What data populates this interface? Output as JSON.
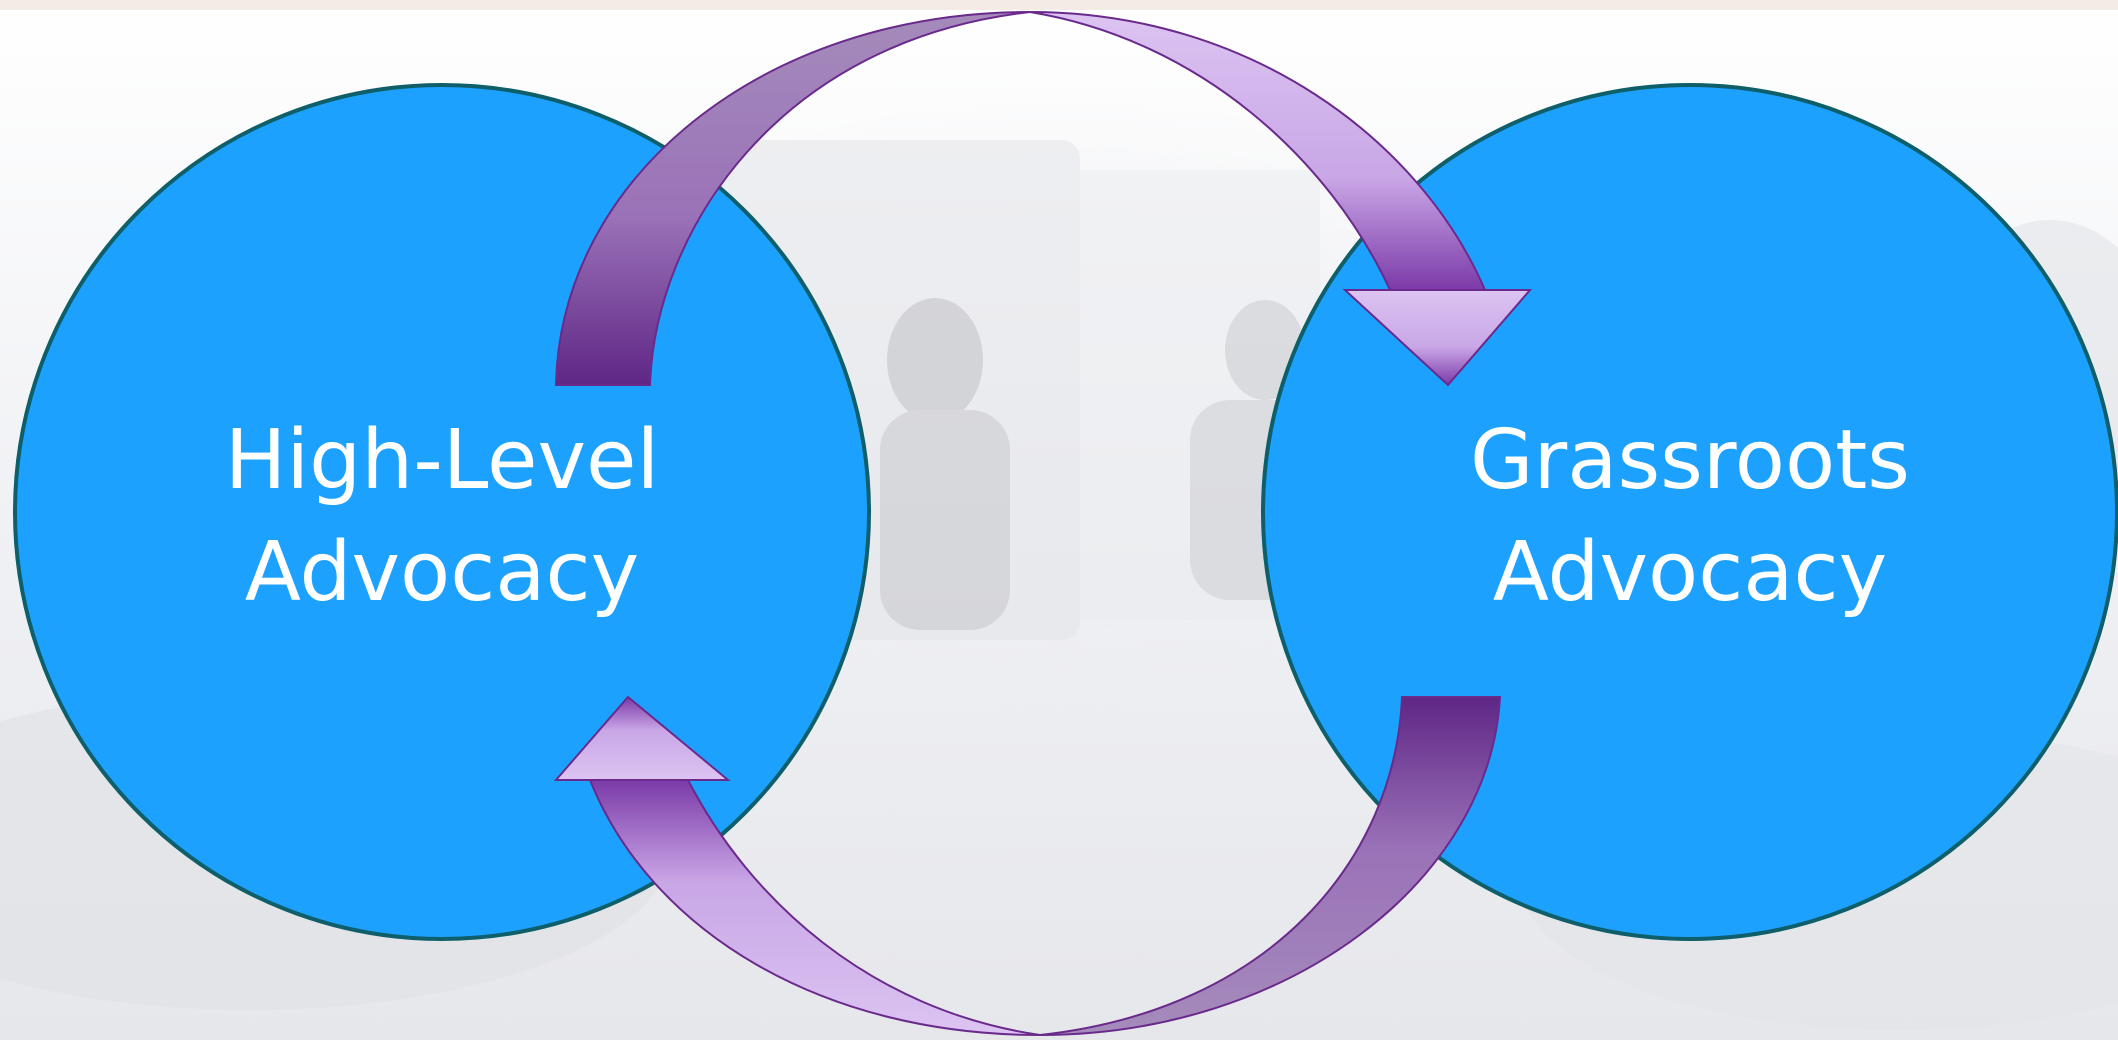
{
  "diagram": {
    "nodes": [
      {
        "id": "high-level",
        "line1": "High-Level",
        "line2": "Advocacy"
      },
      {
        "id": "grassroots",
        "line1": "Grassroots",
        "line2": "Advocacy"
      }
    ],
    "edges": [
      {
        "from": "high-level",
        "to": "grassroots"
      },
      {
        "from": "grassroots",
        "to": "high-level"
      }
    ]
  },
  "colors": {
    "circle_fill": "#1da1ff",
    "circle_stroke": "#0f5f6a",
    "arrow_light": "#dcc4f2",
    "arrow_mid": "#a58bbb",
    "arrow_dark": "#5f2685",
    "text": "#ffffff"
  }
}
